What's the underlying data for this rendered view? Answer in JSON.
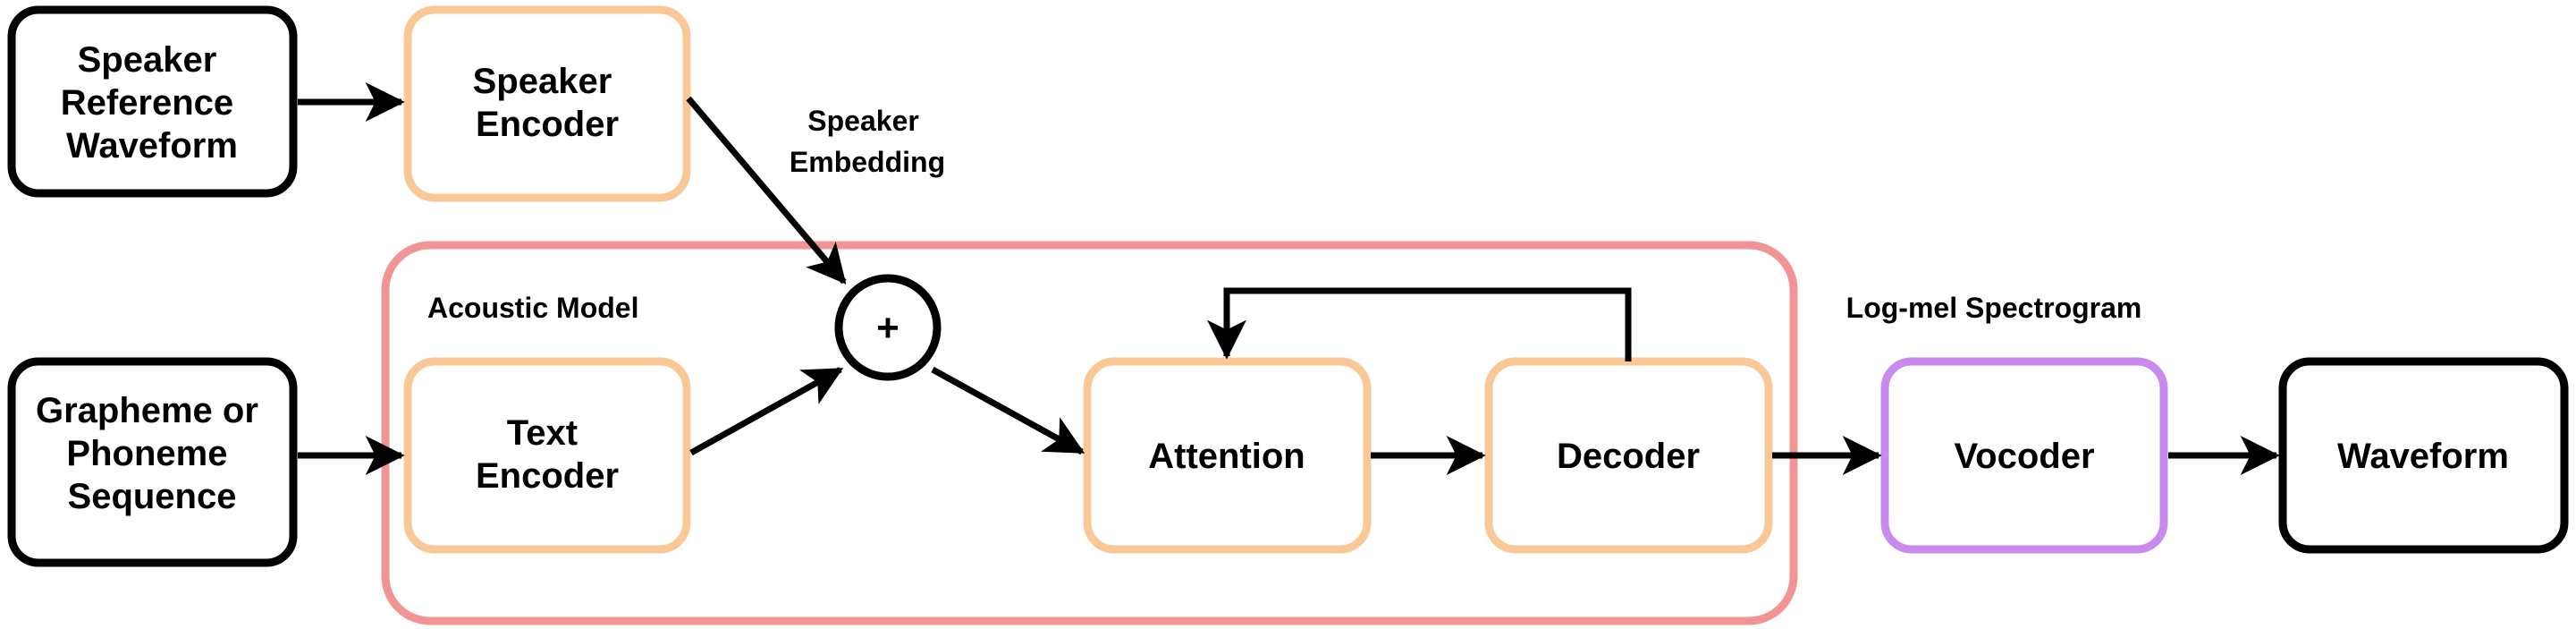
{
  "colors": {
    "input_border": "#000000",
    "encoder_border": "#f9c896",
    "acoustic_model_border": "#f29494",
    "vocoder_border": "#c98af0",
    "arrow": "#000000"
  },
  "nodes": {
    "speaker_reference_waveform": {
      "lines": [
        "Speaker",
        "Reference",
        "Waveform"
      ]
    },
    "speaker_encoder": {
      "lines": [
        "Speaker",
        "Encoder"
      ]
    },
    "grapheme_phoneme_sequence": {
      "lines": [
        "Grapheme or",
        "Phoneme",
        "Sequence"
      ]
    },
    "text_encoder": {
      "lines": [
        "Text",
        "Encoder"
      ]
    },
    "sum": {
      "symbol": "+"
    },
    "attention": {
      "lines": [
        "Attention"
      ]
    },
    "decoder": {
      "lines": [
        "Decoder"
      ]
    },
    "vocoder": {
      "lines": [
        "Vocoder"
      ]
    },
    "waveform": {
      "lines": [
        "Waveform"
      ]
    }
  },
  "labels": {
    "speaker_embedding": [
      "Speaker",
      "Embedding"
    ],
    "acoustic_model": "Acoustic Model",
    "log_mel_spectrogram": "Log-mel Spectrogram"
  }
}
